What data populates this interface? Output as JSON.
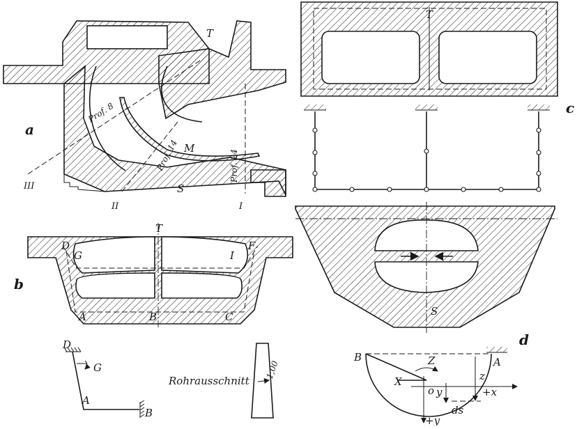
{
  "panels": {
    "a": {
      "letter": "a",
      "labels": {
        "T": "T",
        "M": "M",
        "S": "S"
      },
      "profiles": [
        "Prof. 8",
        "Prof. 14",
        "Prof. 24"
      ],
      "sections": [
        "III",
        "II",
        "I"
      ]
    },
    "b": {
      "letter": "b",
      "labels": {
        "T": "T",
        "D": "D",
        "G": "G",
        "I": "I",
        "F": "F",
        "A": "A",
        "B": "B",
        "C": "C"
      }
    },
    "b_frame": {
      "labels": {
        "D": "D",
        "G": "G",
        "A": "A",
        "B": "B"
      }
    },
    "pipe": {
      "caption": "Rohrausschnitt",
      "thickness": "1,00"
    },
    "c": {
      "letter": "c",
      "labels": {
        "T": "T"
      }
    },
    "d": {
      "letter": "d",
      "labels": {
        "S": "S"
      }
    },
    "ring": {
      "labels": {
        "B": "B",
        "A": "A",
        "Z": "Z",
        "X": "X",
        "z": "z",
        "y": "y",
        "o": "o",
        "ds": "ds",
        "plus_x": "+x",
        "plus_y": "+y"
      }
    }
  }
}
